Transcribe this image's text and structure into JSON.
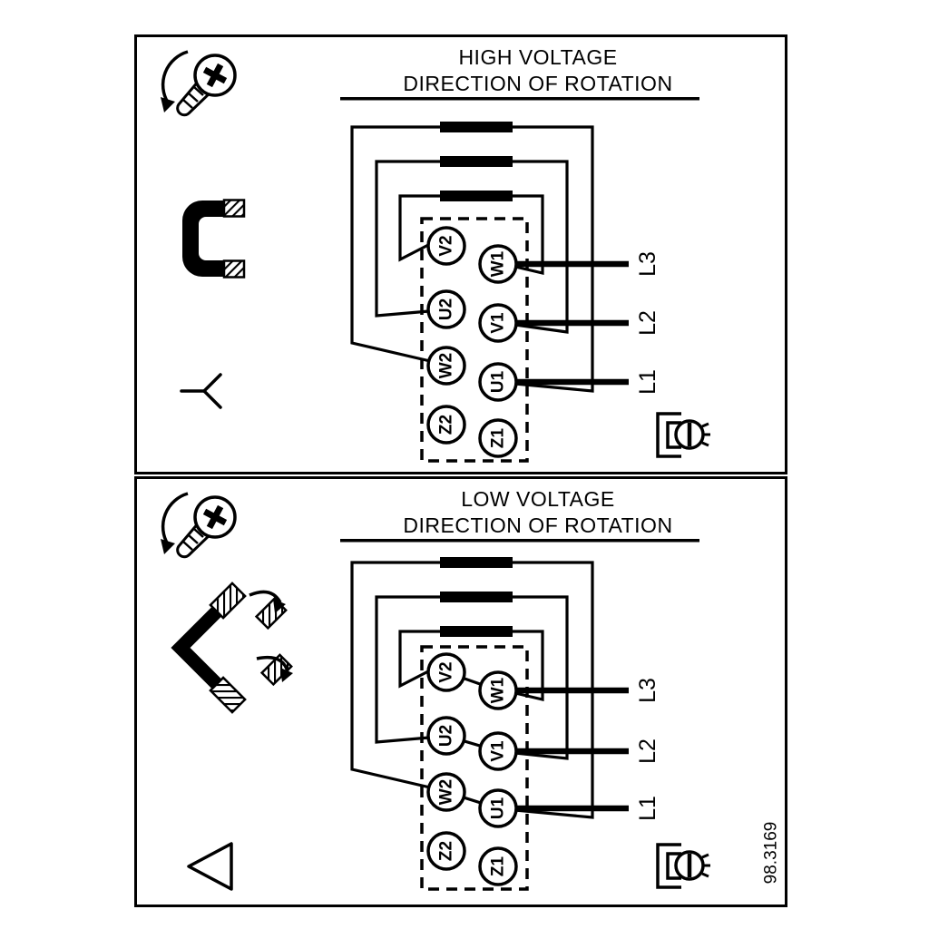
{
  "figure_number": "98.3169",
  "panels": [
    {
      "title": "HIGH VOLTAGE",
      "subtitle": "DIRECTION OF ROTATION",
      "connection": "star"
    },
    {
      "title": "LOW VOLTAGE",
      "subtitle": "DIRECTION OF ROTATION",
      "connection": "delta"
    }
  ],
  "terminal_block": {
    "left_column": [
      "V2",
      "U2",
      "W2",
      "Z2"
    ],
    "right_column": [
      "W1",
      "V1",
      "U1",
      "Z1"
    ]
  },
  "supply_lines": [
    "L3",
    "L2",
    "L1"
  ],
  "icons": {
    "top_left": "screw-rotation-icon",
    "high_voltage_left": "terminal-link-icon",
    "high_voltage_connection": "star-symbol-icon",
    "low_voltage_left": "link-reposition-icon",
    "low_voltage_connection": "delta-symbol-icon",
    "bottom_right": "ground-screw-icon"
  },
  "colors": {
    "line": "#000000",
    "background": "#ffffff"
  }
}
